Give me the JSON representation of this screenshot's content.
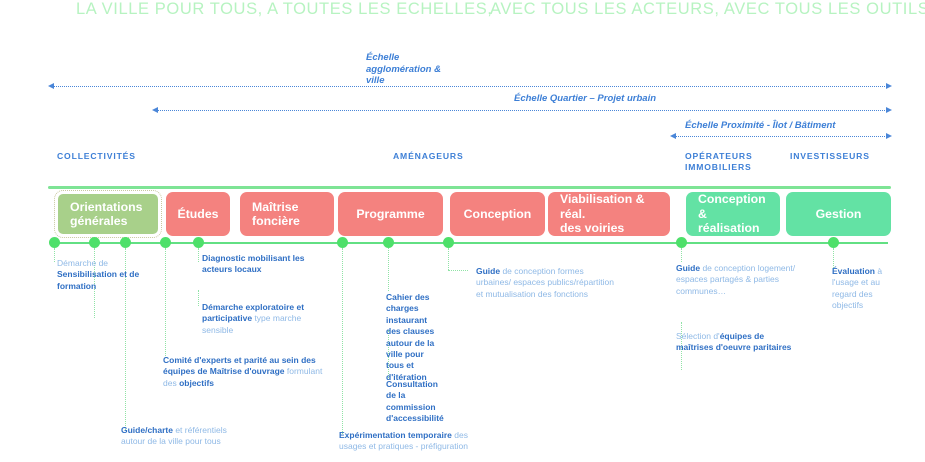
{
  "header": {
    "title_left": "LA VILLE POUR TOUS, A TOUTES LES ECHELLES,",
    "title_right": "AVEC TOUS LES ACTEURS, AVEC TOUS LES OUTILS",
    "title_color": "#b7f3c1"
  },
  "scales": [
    {
      "label": "Échelle\nagglomération &\nville"
    },
    {
      "label": "Échelle Quartier – Projet urbain"
    },
    {
      "label": "Échelle Proximité - Îlot / Bâtiment"
    }
  ],
  "actors": [
    {
      "label": "COLLECTIVITÉS"
    },
    {
      "label": "AMÉNAGEURS"
    },
    {
      "label": "OPÉRATEURS\nIMMOBILIERS"
    },
    {
      "label": "INVESTISSEURS"
    }
  ],
  "phases": [
    {
      "label": "Orientations\ngénérales",
      "color": "#a8d08a",
      "style": "green-outline"
    },
    {
      "label": "Études",
      "color": "#f4827f",
      "style": "red"
    },
    {
      "label": "Maîtrise\nfoncière",
      "color": "#f4827f",
      "style": "red"
    },
    {
      "label": "Programme",
      "color": "#f4827f",
      "style": "red"
    },
    {
      "label": "Conception",
      "color": "#f4827f",
      "style": "red"
    },
    {
      "label": "Viabilisation & réal.\ndes voiries",
      "color": "#f4827f",
      "style": "red"
    },
    {
      "label": "Conception\n& réalisation",
      "color": "#63e2a4",
      "style": "mint"
    },
    {
      "label": "Gestion",
      "color": "#63e2a4",
      "style": "mint"
    }
  ],
  "notes": [
    {
      "id": "note-sensibilisation",
      "parts": [
        {
          "text": "Démarche de ",
          "bold": false
        },
        {
          "text": "Sensibilisation et de formation",
          "bold": true
        }
      ]
    },
    {
      "id": "note-guide-charte",
      "parts": [
        {
          "text": "Guide/charte ",
          "bold": true
        },
        {
          "text": "et référentiels autour de la ville pour tous",
          "bold": false
        }
      ]
    },
    {
      "id": "note-diagnostic",
      "parts": [
        {
          "text": "Diagnostic mobilisant les acteurs locaux",
          "bold": true
        }
      ]
    },
    {
      "id": "note-demarche-exploratoire",
      "parts": [
        {
          "text": "Démarche exploratoire et participative ",
          "bold": true
        },
        {
          "text": "type marche sensible",
          "bold": false
        }
      ]
    },
    {
      "id": "note-comite-experts",
      "parts": [
        {
          "text": "Comité d'experts et parité au sein des équipes de Maîtrise d'ouvrage ",
          "bold": true
        },
        {
          "text": "formulant des ",
          "bold": false
        },
        {
          "text": "objectifs",
          "bold": true
        }
      ]
    },
    {
      "id": "note-cahier-charges",
      "parts": [
        {
          "text": "Cahier des charges instaurant des clauses autour de la ville pour tous et d'itération",
          "bold": true
        }
      ]
    },
    {
      "id": "note-consultation",
      "parts": [
        {
          "text": "Consultation de la commission d'accessibilité",
          "bold": true
        }
      ]
    },
    {
      "id": "note-experimentation",
      "parts": [
        {
          "text": "Expérimentation temporaire ",
          "bold": true
        },
        {
          "text": "des usages et pratiques - préfiguration",
          "bold": false
        }
      ]
    },
    {
      "id": "note-guide-conception-formes",
      "parts": [
        {
          "text": "Guide ",
          "bold": true
        },
        {
          "text": "de conception formes urbaines/ espaces publics/répartition et mutualisation des fonctions",
          "bold": false
        }
      ]
    },
    {
      "id": "note-guide-logement",
      "parts": [
        {
          "text": "Guide ",
          "bold": true
        },
        {
          "text": "de conception logement/ espaces partagés & parties communes…",
          "bold": false
        }
      ]
    },
    {
      "id": "note-selection-equipes",
      "parts": [
        {
          "text": "Sélection d'",
          "bold": false
        },
        {
          "text": "équipes de maîtrises d'oeuvre paritaires",
          "bold": true
        }
      ]
    },
    {
      "id": "note-evaluation",
      "parts": [
        {
          "text": "Évaluation ",
          "bold": true
        },
        {
          "text": "à l'usage et au regard des objectifs",
          "bold": false
        }
      ]
    }
  ],
  "palette": {
    "blue": "#3d7fd6",
    "light_blue": "#8fb9e6",
    "green_node": "#4ee06a",
    "green_line": "#62e083",
    "red_phase": "#f4827f",
    "mint_phase": "#63e2a4",
    "olive_phase": "#a8d08a"
  }
}
